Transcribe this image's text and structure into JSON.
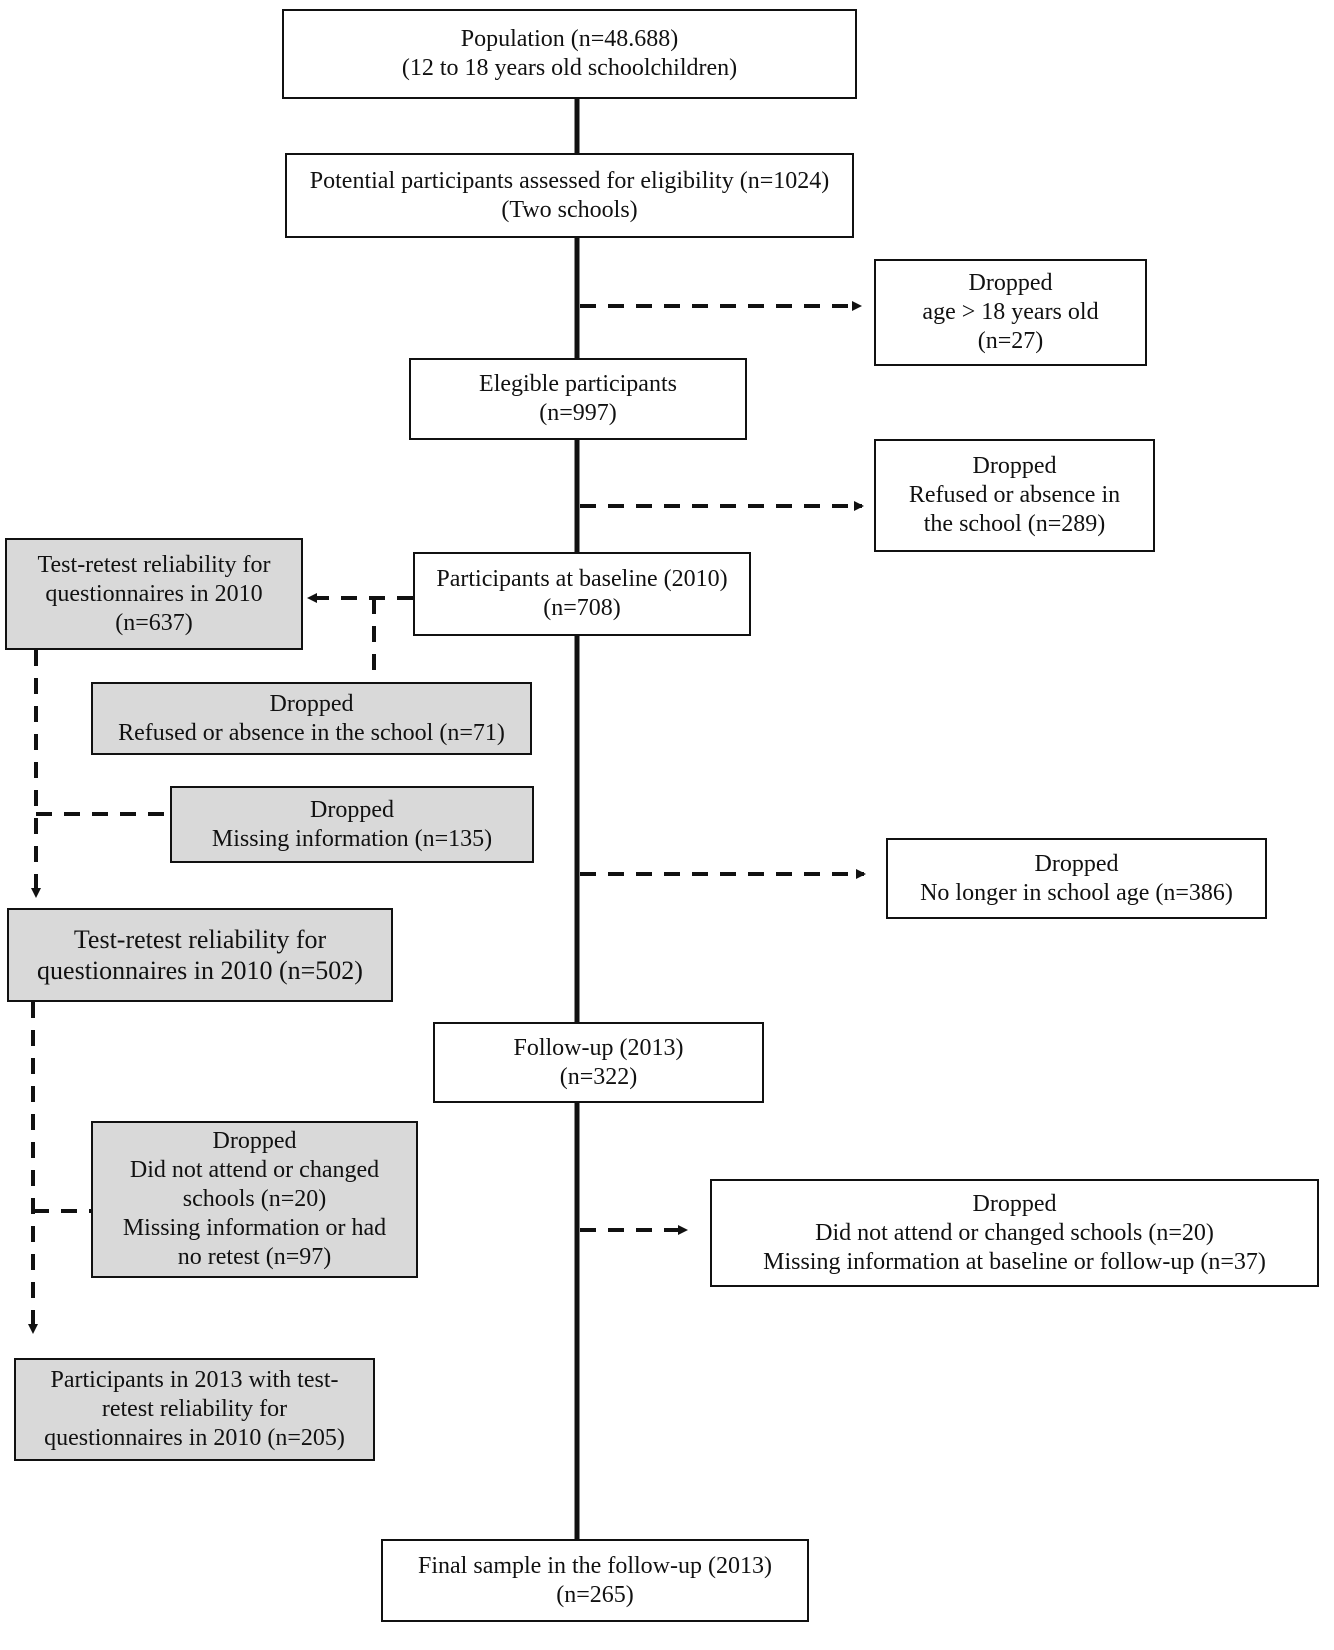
{
  "boxes": {
    "population": [
      "Population (n=48.688)",
      "(12 to 18 years old schoolchildren)"
    ],
    "potential": [
      "Potential participants assessed for eligibility (n=1024)",
      "(Two schools)"
    ],
    "dropped_age": [
      "Dropped",
      "age > 18 years old",
      "(n=27)"
    ],
    "eligible": [
      "Elegible participants",
      "(n=997)"
    ],
    "dropped_refused": [
      "Dropped",
      "Refused or absence in",
      "the school (n=289)"
    ],
    "baseline": [
      "Participants at baseline (2010)",
      "(n=708)"
    ],
    "retest_637": [
      "Test-retest reliability for",
      "questionnaires in 2010",
      "(n=637)"
    ],
    "dropped_71": [
      "Dropped",
      "Refused or absence in the school (n=71)"
    ],
    "dropped_135": [
      "Dropped",
      "Missing information (n=135)"
    ],
    "dropped_386": [
      "Dropped",
      "No longer in school age (n=386)"
    ],
    "retest_502": [
      "Test-retest reliability for",
      "questionnaires in 2010 (n=502)"
    ],
    "followup": [
      "Follow-up (2013)",
      "(n=322)"
    ],
    "dropped_retest_2013": [
      "Dropped",
      "Did not attend or changed",
      "schools (n=20)",
      "Missing information or had",
      "no retest (n=97)"
    ],
    "dropped_followup": [
      "Dropped",
      "Did not attend or changed schools (n=20)",
      "Missing information at baseline or follow-up (n=37)"
    ],
    "retest_205": [
      "Participants in 2013 with test-",
      "retest reliability for",
      "questionnaires in 2010 (n=205)"
    ],
    "final": [
      "Final sample in the follow-up (2013)",
      "(n=265)"
    ]
  }
}
